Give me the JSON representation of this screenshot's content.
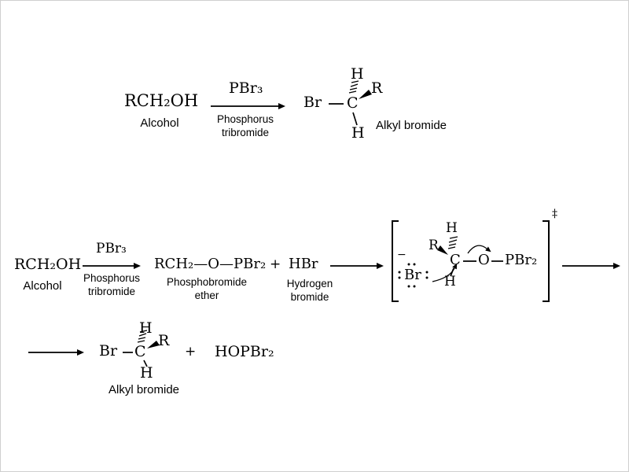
{
  "canvas": {
    "background": "#ffffff",
    "ink": "#000000",
    "border": "#cfcfcf"
  },
  "top": {
    "reactant": "RCH₂OH",
    "reactant_label": "Alcohol",
    "reagent": "PBr₃",
    "reagent_name_line1": "Phosphorus",
    "reagent_name_line2": "tribromide",
    "atoms": {
      "br": "Br",
      "c": "C",
      "h_top": "H",
      "r": "R",
      "h_bottom": "H"
    },
    "product_label": "Alkyl bromide"
  },
  "mech": {
    "reactant": "RCH₂OH",
    "reactant_label": "Alcohol",
    "reagent": "PBr₃",
    "reagent_name_line1": "Phosphorus",
    "reagent_name_line2": "tribromide",
    "ether": "RCH₂—O—PBr₂",
    "ether_label_line1": "Phosphobromide",
    "ether_label_line2": "ether",
    "plus1": "+",
    "hbr": "HBr",
    "hbr_label_line1": "Hydrogen",
    "hbr_label_line2": "bromide",
    "ts": {
      "minus": "−",
      "br": "Br",
      "r": "R",
      "h_top": "H",
      "c": "C",
      "h_bottom": "H",
      "o": "O",
      "pbr2": "PBr₂",
      "dagger": "‡"
    },
    "product_atoms": {
      "br": "Br",
      "c": "C",
      "h_top": "H",
      "r": "R",
      "h_bottom": "H"
    },
    "product_label": "Alkyl bromide",
    "plus2": "+",
    "hopbr2": "HOPBr₂"
  }
}
